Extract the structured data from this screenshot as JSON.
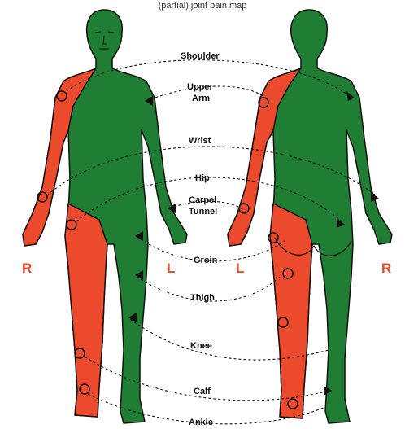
{
  "caption": "(partial) joint pain map",
  "labels": {
    "shoulder": "Shoulder",
    "upper_arm_1": "Upper",
    "upper_arm_2": "Arm",
    "wrist": "Wrist",
    "hip": "Hip",
    "carpel_1": "Carpel",
    "carpel_2": "Tunnel",
    "groin": "Groin",
    "thigh": "Thigh",
    "knee": "Knee",
    "calf": "Calf",
    "ankle": "Ankle"
  },
  "sides": {
    "front_right": "R",
    "front_left": "L",
    "back_left": "L",
    "back_right": "R"
  },
  "colors": {
    "green": "#1f7d34",
    "red": "#ec4a2c",
    "outline": "#111111",
    "side_label": "#e84a2b"
  }
}
